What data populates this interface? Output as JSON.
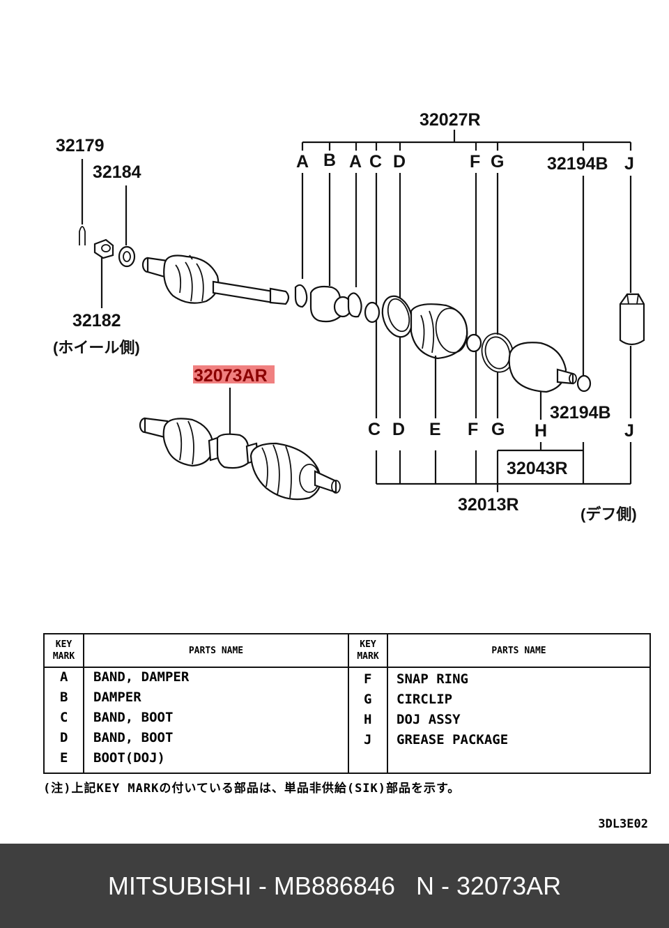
{
  "diagram": {
    "labels": {
      "p32179": "32179",
      "p32184": "32184",
      "p32182": "32182",
      "wheel_side": "(ホイール側)",
      "p32027r": "32027R",
      "p32194b_top": "32194B",
      "p32194b_bottom": "32194B",
      "p32043r": "32043R",
      "p32013r": "32013R",
      "diff_side": "(デフ側)",
      "highlighted_part": "32073AR"
    },
    "key_letters_top": [
      "A",
      "B",
      "A",
      "C",
      "D",
      "F",
      "G",
      "J"
    ],
    "key_letters_bottom": [
      "C",
      "D",
      "E",
      "F",
      "G",
      "H",
      "J"
    ]
  },
  "legend": {
    "header_key": "KEY MARK",
    "header_name": "PARTS NAME",
    "left_rows": [
      {
        "mark": "A",
        "name": "BAND, DAMPER"
      },
      {
        "mark": "B",
        "name": "DAMPER"
      },
      {
        "mark": "C",
        "name": "BAND, BOOT"
      },
      {
        "mark": "D",
        "name": "BAND, BOOT"
      },
      {
        "mark": "E",
        "name": "BOOT(DOJ)"
      }
    ],
    "right_rows": [
      {
        "mark": "F",
        "name": "SNAP RING"
      },
      {
        "mark": "G",
        "name": "CIRCLIP"
      },
      {
        "mark": "H",
        "name": "DOJ ASSY"
      },
      {
        "mark": "J",
        "name": "GREASE PACKAGE"
      }
    ]
  },
  "note": "(注)上記KEY MARKの付いている部品は、単品非供給(SIK)部品を示す。",
  "diagram_code": "3DL3E02",
  "footer": "MITSUBISHI - MB886846   N - 32073AR",
  "colors": {
    "highlight": "#f08080",
    "footer_bg": "#3f3f3f"
  }
}
